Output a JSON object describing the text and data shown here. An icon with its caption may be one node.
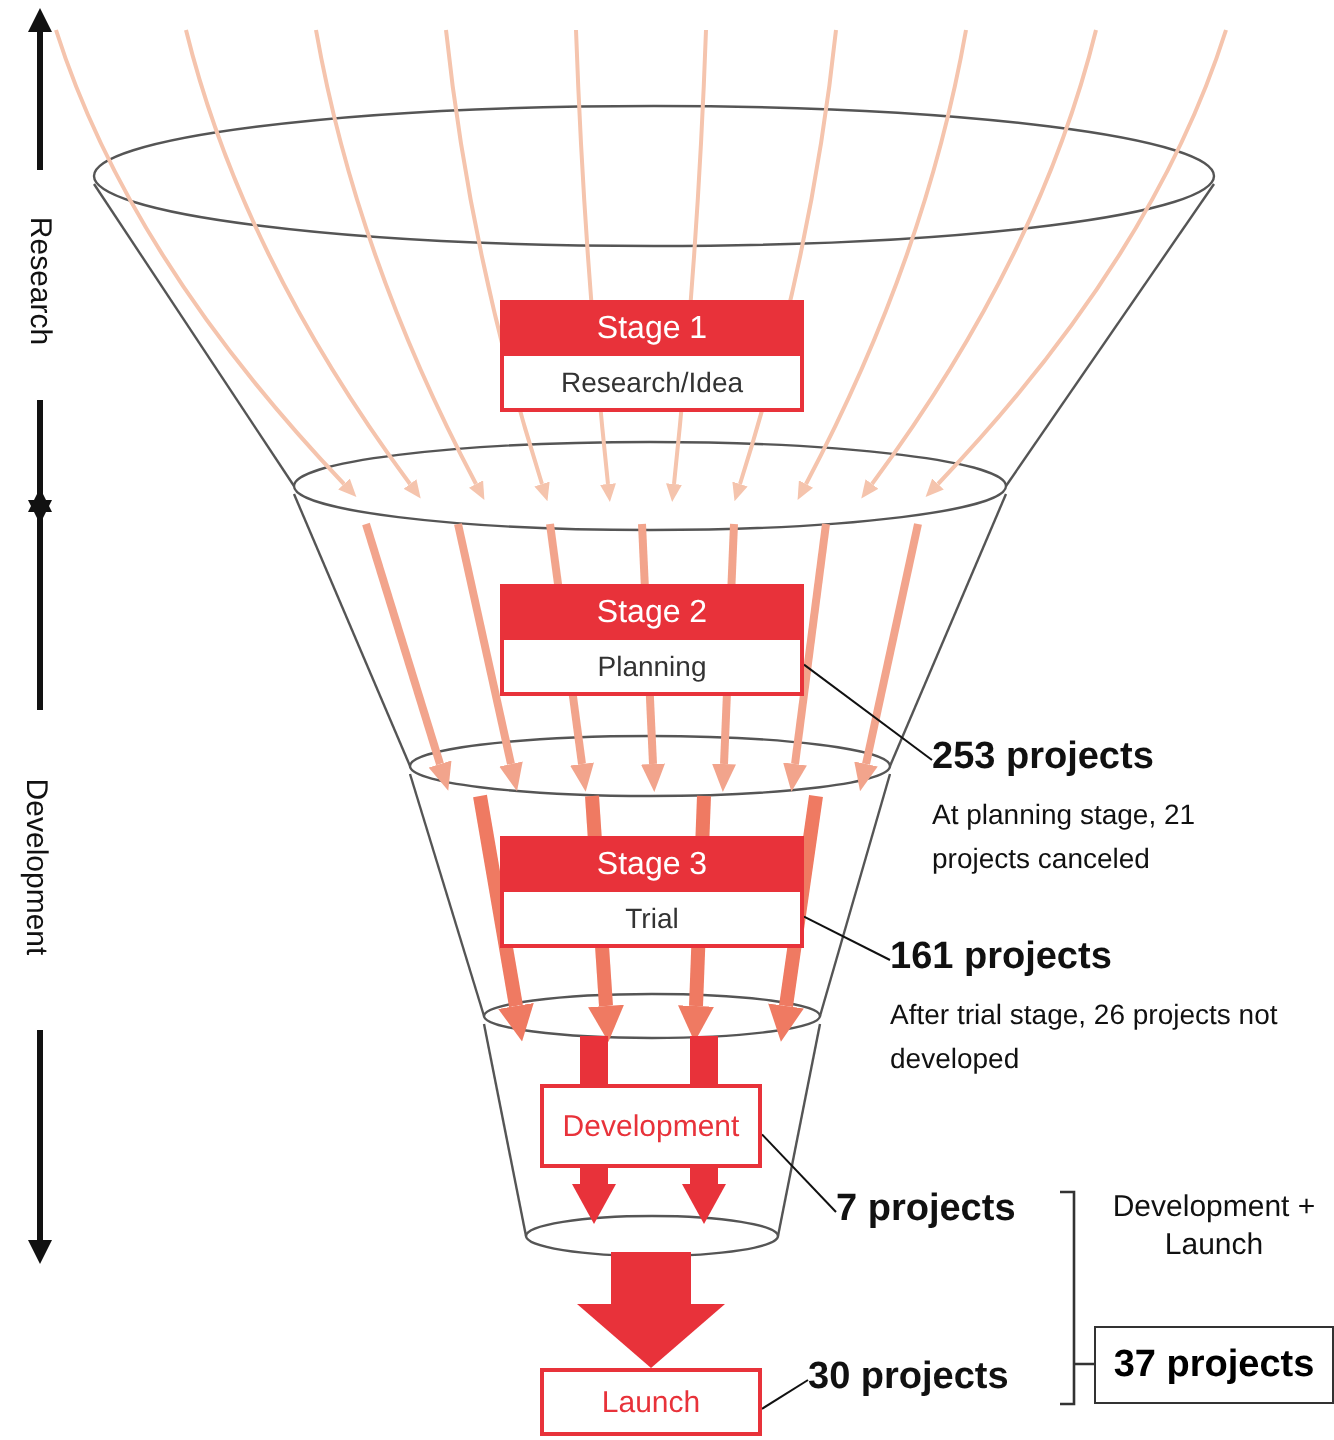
{
  "diagram": {
    "nodes": [
      {
        "text": [
          "Stage 1",
          "Research/Idea"
        ]
      },
      {
        "text": [
          "Stage 2",
          "Planning"
        ]
      },
      {
        "text": [
          "Stage 3",
          "Trial"
        ]
      },
      {
        "text": [
          "Development"
        ]
      },
      {
        "text": [
          "Launch"
        ]
      },
      {
        "text": [
          "253 projects",
          "At planning stage, 21 projects canceled"
        ]
      },
      {
        "text": [
          "161 projects",
          "After trial stage, 26 projects not developed"
        ]
      },
      {
        "text": [
          "7 projects"
        ]
      },
      {
        "text": [
          "30 projects"
        ]
      },
      {
        "text": [
          "37 projects"
        ]
      }
    ],
    "edges": [
      {
        "from": 1,
        "to": 5,
        "arrow": "none"
      },
      {
        "from": 2,
        "to": 6,
        "arrow": "none"
      },
      {
        "from": 3,
        "to": 7,
        "arrow": "none"
      },
      {
        "from": 4,
        "to": 8,
        "arrow": "none"
      },
      {
        "from": null,
        "to": 4,
        "arrow": "to",
        "style": "thick",
        "color": "#e8323a"
      }
    ],
    "labels": [
      "Research",
      "Development",
      "Development + Launch"
    ]
  }
}
